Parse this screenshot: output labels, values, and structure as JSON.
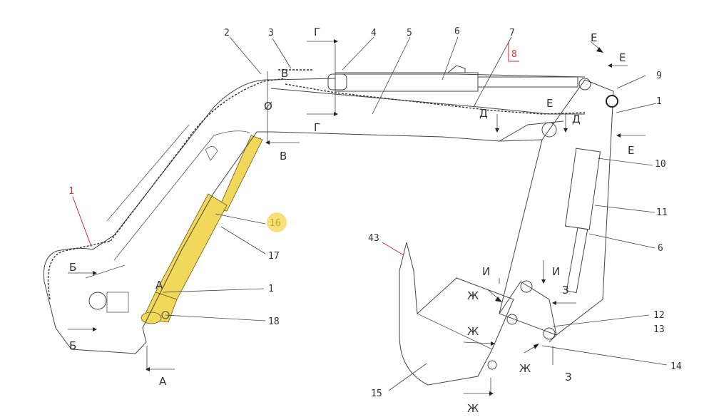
{
  "labels": {
    "n1a": "1",
    "n2": "2",
    "n3": "3",
    "n4": "4",
    "n5": "5",
    "n6a": "6",
    "n7": "7",
    "n8": "8",
    "n9": "9",
    "n1b": "1",
    "n10": "10",
    "n11": "11",
    "n6b": "6",
    "n12": "12",
    "n13": "13",
    "n14": "14",
    "n15": "15",
    "n43": "43",
    "n16": "16",
    "n17": "17",
    "n1c": "1",
    "n18": "18"
  },
  "sections": {
    "g_top": "Г",
    "g_bot": "Г",
    "v_top": "В",
    "v_bot": "В",
    "b_top": "Б",
    "b_bot": "Б",
    "a_top": "А",
    "a_bot": "А",
    "d_left": "Д",
    "d_right": "Д",
    "e1": "Е",
    "e2": "Е",
    "e3": "Е",
    "e4": "Е",
    "i1": "И",
    "i2": "И",
    "zh1": "Ж",
    "zh2": "Ж",
    "zh3": "Ж",
    "zh4": "Ж",
    "z1": "З",
    "z2": "З",
    "phi": "Ø"
  },
  "colors": {
    "highlight": "#f1d75a",
    "highlight_circle": "#f7e07a",
    "callout_red": "#d23",
    "line": "#444"
  }
}
